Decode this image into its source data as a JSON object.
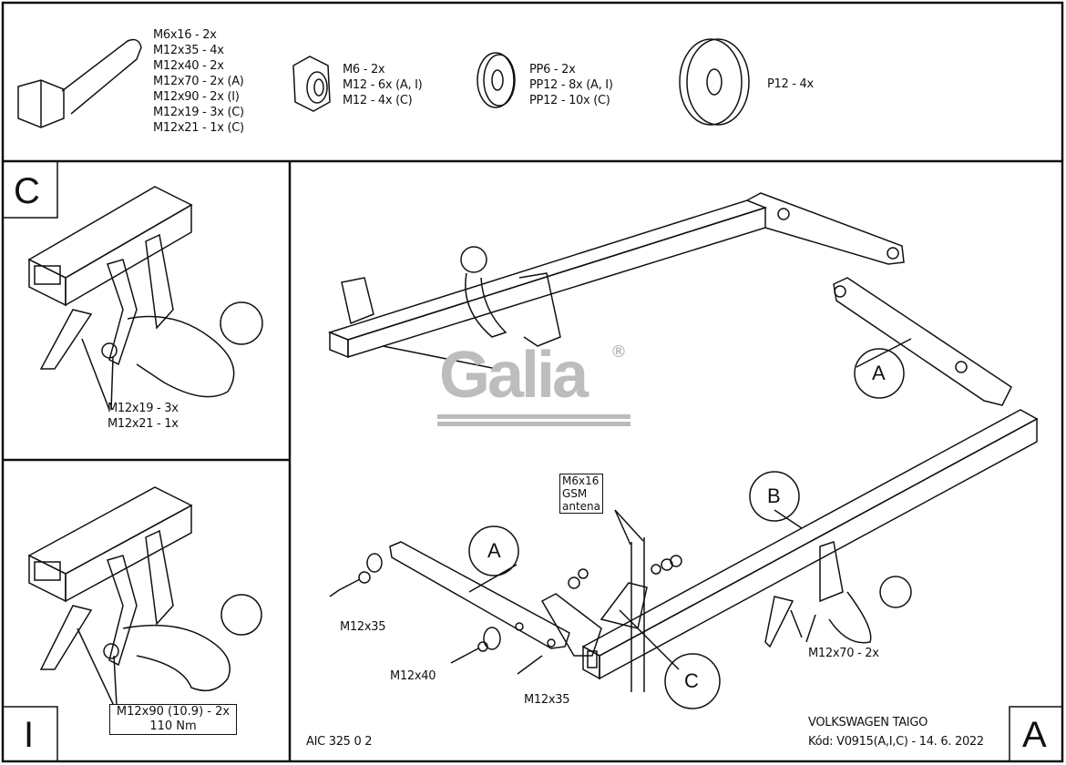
{
  "parts": {
    "bolts": [
      "M6x16 - 2x",
      "M12x35 - 4x",
      "M12x40 - 2x",
      "M12x70 - 2x (A)",
      "M12x90 - 2x (I)",
      "M12x19 - 3x (C)",
      "M12x21 - 1x (C)"
    ],
    "nuts": [
      "M6 - 2x",
      "M12 - 6x (A, I)",
      "M12 - 4x (C)"
    ],
    "washers_small": [
      "PP6 - 2x",
      "PP12 - 8x (A, I)",
      "PP12 - 10x (C)"
    ],
    "washers_large": [
      "P12 - 4x"
    ]
  },
  "panel_c": {
    "label": "C",
    "notes": [
      "M12x19 - 3x",
      "M12x21 - 1x"
    ]
  },
  "panel_i": {
    "label": "I",
    "notes": [
      "M12x90 (10.9) - 2x",
      "110 Nm"
    ]
  },
  "main": {
    "callouts": {
      "a1": "A",
      "a2": "A",
      "b": "B",
      "c": "C"
    },
    "bolt_labels": {
      "m12x35_left": "M12x35",
      "m12x40": "M12x40",
      "m12x35_bottom": "M12x35",
      "m12x70": "M12x70 - 2x"
    },
    "antenna_note": [
      "M6x16",
      "GSM",
      "antena"
    ],
    "logo": "Galia",
    "logo_mark": "®"
  },
  "footer": {
    "code": "AIC 325 0 2",
    "vehicle": "VOLKSWAGEN TAIGO",
    "kod": "Kód: V0915(A,I,C) - 14. 6. 2022",
    "variant": "A"
  }
}
